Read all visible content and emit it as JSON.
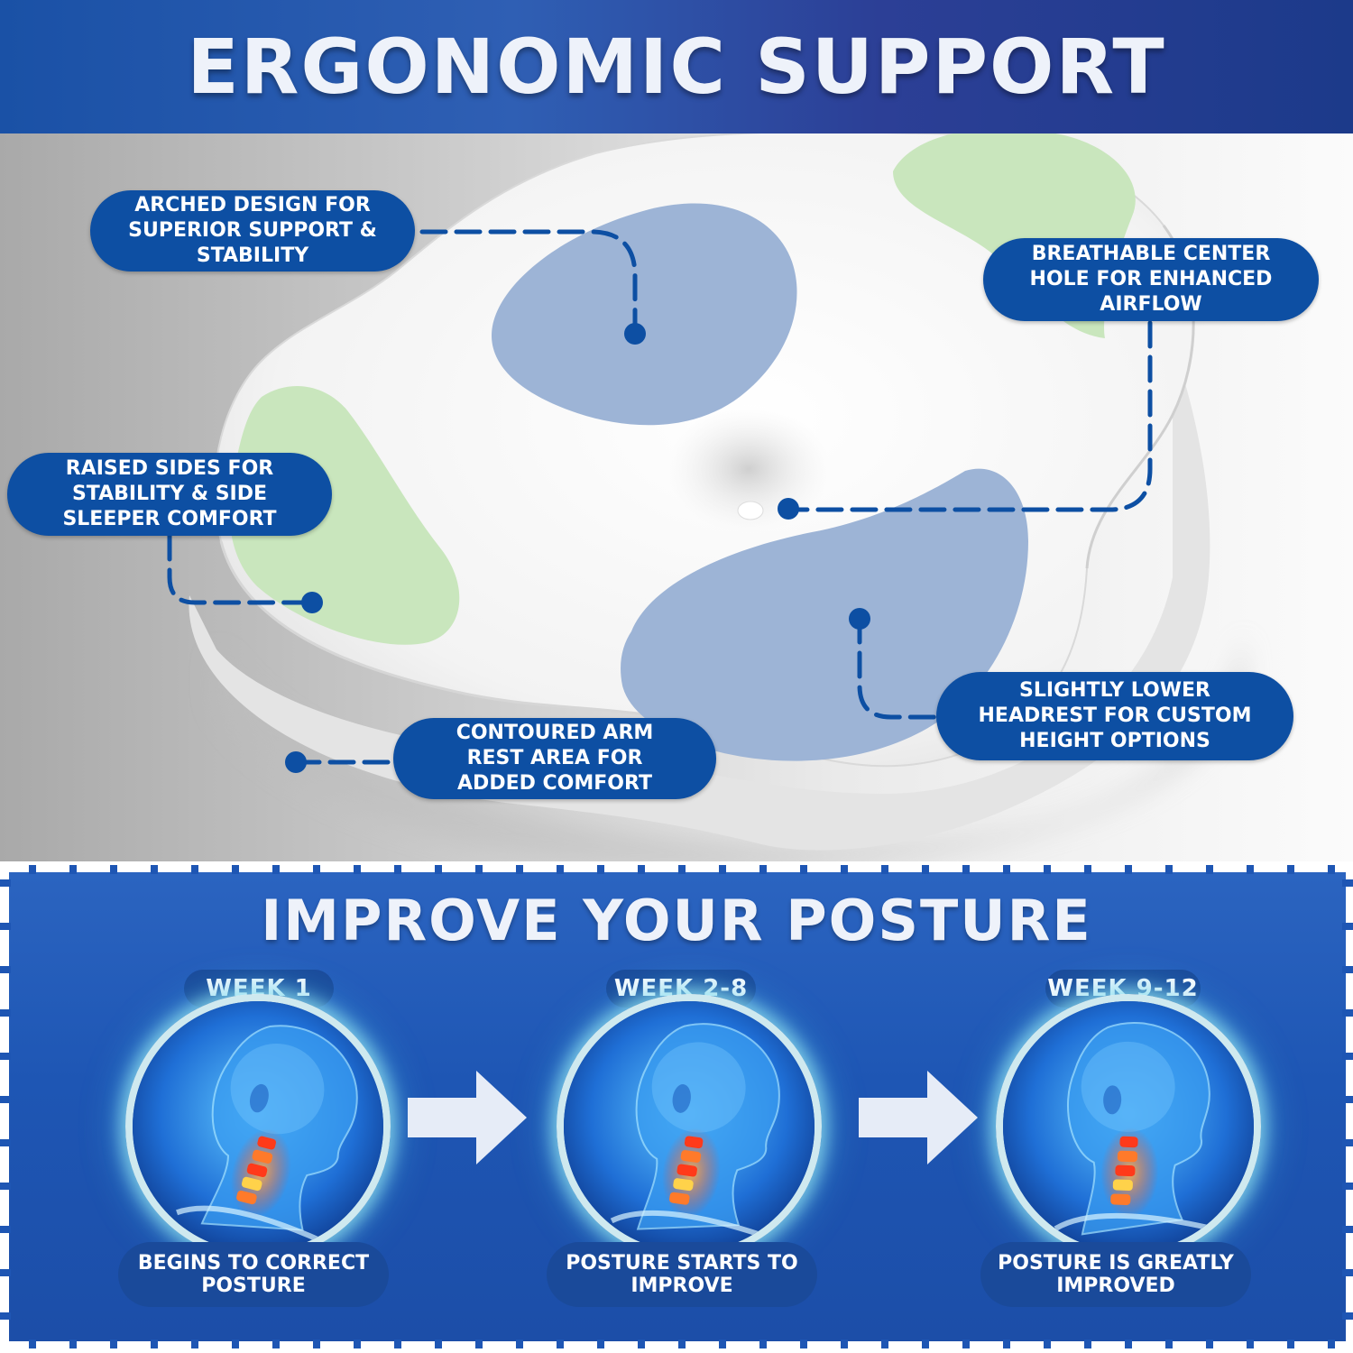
{
  "header": {
    "title": "ERGONOMIC SUPPORT"
  },
  "features": [
    {
      "lines": [
        "ARCHED DESIGN FOR",
        "SUPERIOR SUPPORT &",
        "STABILITY"
      ]
    },
    {
      "lines": [
        "BREATHABLE CENTER",
        "HOLE FOR ENHANCED",
        "AIRFLOW"
      ]
    },
    {
      "lines": [
        "RAISED SIDES FOR",
        "STABILITY & SIDE",
        "SLEEPER COMFORT"
      ]
    },
    {
      "lines": [
        "SLIGHTLY LOWER",
        "HEADREST FOR CUSTOM",
        "HEIGHT OPTIONS"
      ]
    },
    {
      "lines": [
        "CONTOURED ARM",
        "REST AREA FOR",
        "ADDED COMFORT"
      ]
    }
  ],
  "posture": {
    "title": "IMPROVE YOUR POSTURE",
    "stages": [
      {
        "week": "WEEK 1",
        "caption": [
          "BEGINS TO CORRECT",
          "POSTURE"
        ]
      },
      {
        "week": "WEEK 2-8",
        "caption": [
          "POSTURE STARTS TO",
          "IMPROVE"
        ]
      },
      {
        "week": "WEEK 9-12",
        "caption": [
          "POSTURE IS GREATLY",
          "IMPROVED"
        ]
      }
    ]
  },
  "colors": {
    "brand_blue": "#0d4fa3",
    "support_zone_blue": "#9db4d6",
    "side_zone_green": "#c9e6bd",
    "panel_blue": "#1e56b4"
  }
}
